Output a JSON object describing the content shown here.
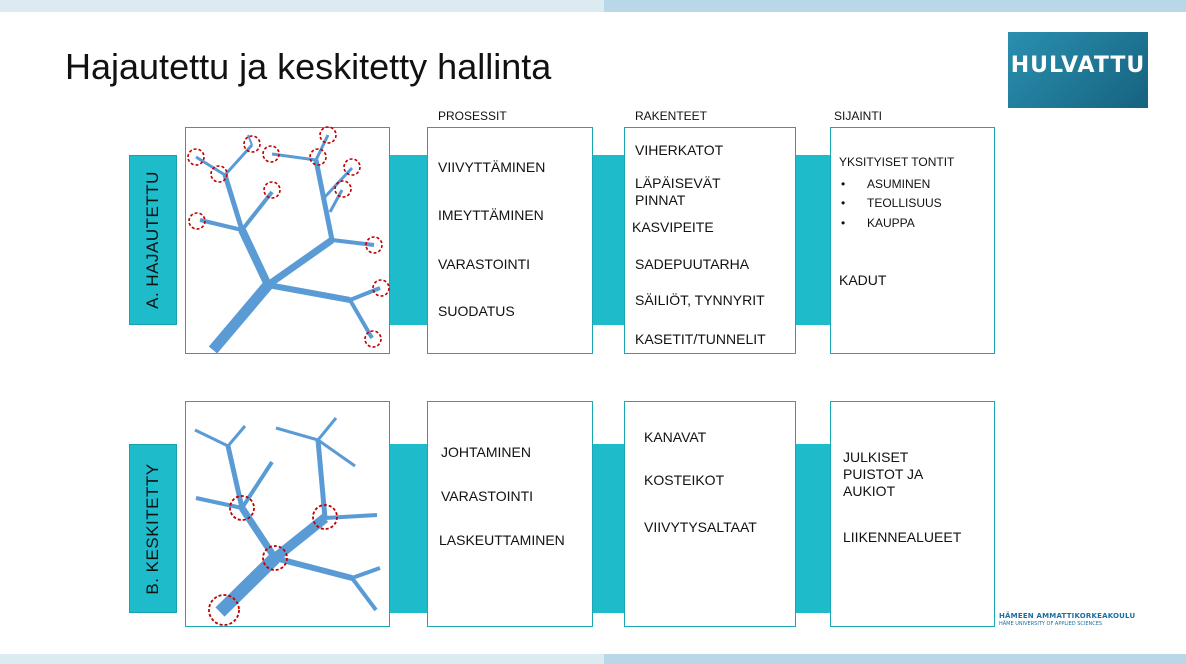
{
  "title": "Hajautettu ja keskitetty hallinta",
  "logo": "HULVATTU",
  "column_headers": {
    "processes": "PROSESSIT",
    "structures": "RAKENTEET",
    "location": "SIJAINTI"
  },
  "rows": {
    "a": {
      "label": "A. HAJAUTETTU",
      "processes": [
        "VIIVYTTÄMINEN",
        "IMEYTTÄMINEN",
        "VARASTOINTI",
        "SUODATUS"
      ],
      "structures": [
        "VIHERKATOT",
        "LÄPÄISEVÄT PINNAT",
        "KASVIPEITE",
        "SADEPUUTARHA",
        "SÄILIÖT, TYNNYRIT",
        "KASETIT/TUNNELIT"
      ],
      "location": {
        "heading": "YKSITYISET TONTIT",
        "bullets": [
          "ASUMINEN",
          "TEOLLISUUS",
          "KAUPPA"
        ],
        "extra": "KADUT"
      }
    },
    "b": {
      "label": "B. KESKITETTY",
      "processes": [
        "JOHTAMINEN",
        "VARASTOINTI",
        "LASKEUTTAMINEN"
      ],
      "structures": [
        "KANAVAT",
        "KOSTEIKOT",
        "VIIVYTYSALTAAT"
      ],
      "location": [
        "JULKISET PUISTOT JA AUKIOT",
        "LIIKENNEALUEET"
      ]
    }
  },
  "university": {
    "name_fi": "HÄMEEN AMMATTIKORKEAKOULU",
    "name_en": "HÄME UNIVERSITY OF APPLIED SCIENCES"
  },
  "colors": {
    "accent": "#1ebccb",
    "branch": "#5b9bd5",
    "circle": "#c00000",
    "logo": "#1f7a9c"
  },
  "icons": [
    "tree-distributed-icon",
    "tree-centralized-icon"
  ]
}
